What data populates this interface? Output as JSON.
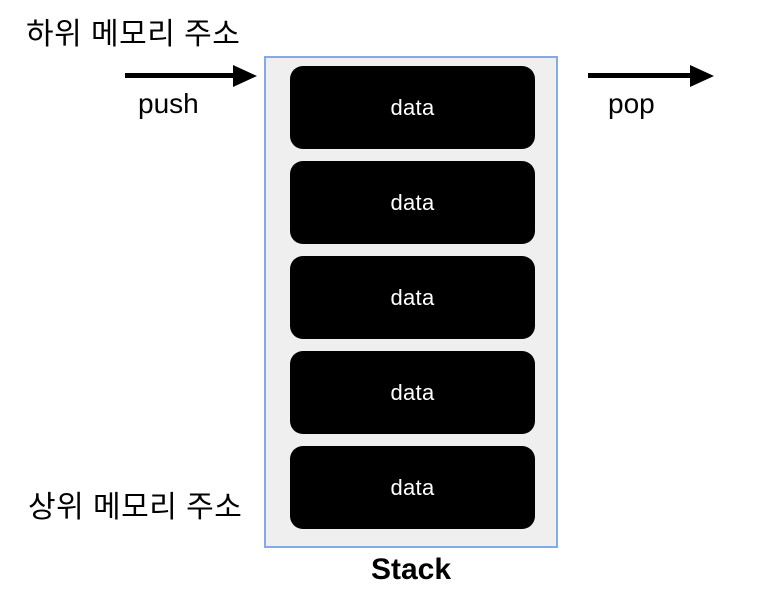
{
  "diagram": {
    "title": "Stack",
    "labels": {
      "lower_memory_address": "하위 메모리 주소",
      "upper_memory_address": "상위 메모리 주소"
    },
    "operations": [
      {
        "name": "push",
        "caption": "push",
        "direction": "right",
        "side": "left"
      },
      {
        "name": "pop",
        "caption": "pop",
        "direction": "right",
        "side": "right"
      }
    ],
    "stack": {
      "cells": [
        {
          "label": "data"
        },
        {
          "label": "data"
        },
        {
          "label": "data"
        },
        {
          "label": "data"
        },
        {
          "label": "data"
        }
      ],
      "cell_count": 5
    },
    "colors": {
      "background": "#ffffff",
      "container_fill": "#efefef",
      "container_border": "#86a9e8",
      "cell_fill": "#000000",
      "cell_text": "#ffffff",
      "text": "#000000"
    }
  }
}
